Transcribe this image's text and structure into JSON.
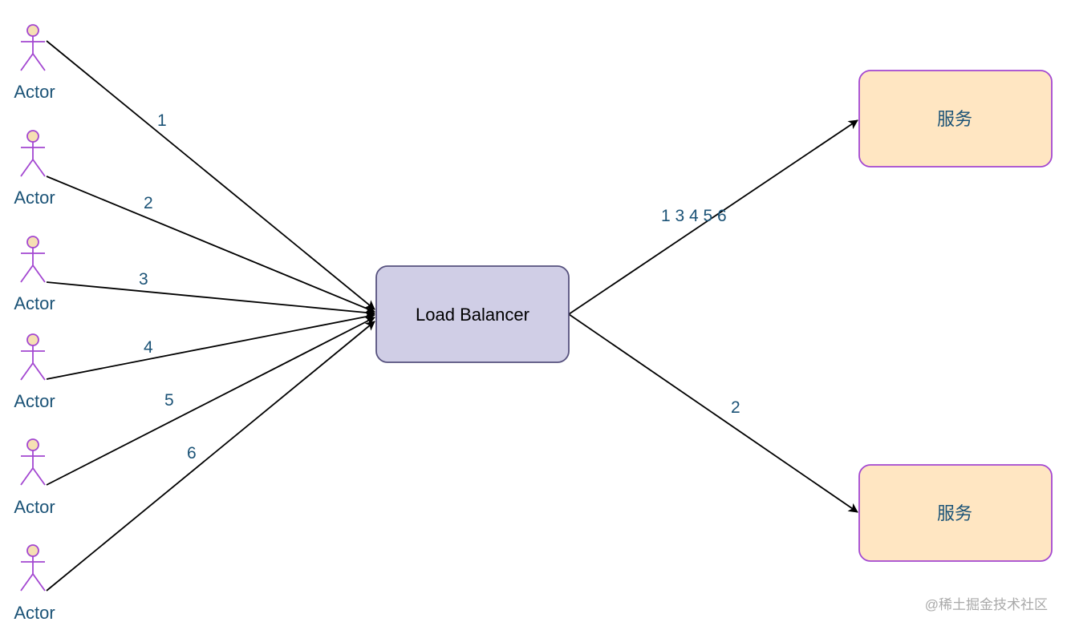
{
  "actors": [
    {
      "label": "Actor"
    },
    {
      "label": "Actor"
    },
    {
      "label": "Actor"
    },
    {
      "label": "Actor"
    },
    {
      "label": "Actor"
    },
    {
      "label": "Actor"
    }
  ],
  "incoming_edges": [
    {
      "label": "1"
    },
    {
      "label": "2"
    },
    {
      "label": "3"
    },
    {
      "label": "4"
    },
    {
      "label": "5"
    },
    {
      "label": "6"
    }
  ],
  "load_balancer": {
    "label": "Load Balancer"
  },
  "services": [
    {
      "label": "服务"
    },
    {
      "label": "服务"
    }
  ],
  "outgoing_edges": [
    {
      "label": "1 3 4 5 6"
    },
    {
      "label": "2"
    }
  ],
  "watermark": "@稀土掘金技术社区",
  "colors": {
    "actor_stroke": "#a347d1",
    "actor_head_fill": "#f5e0b3",
    "lb_fill": "#d0cee6",
    "lb_stroke": "#56517e",
    "service_fill": "#ffe6c2",
    "service_stroke": "#a347d1",
    "label_text": "#1a5276"
  }
}
